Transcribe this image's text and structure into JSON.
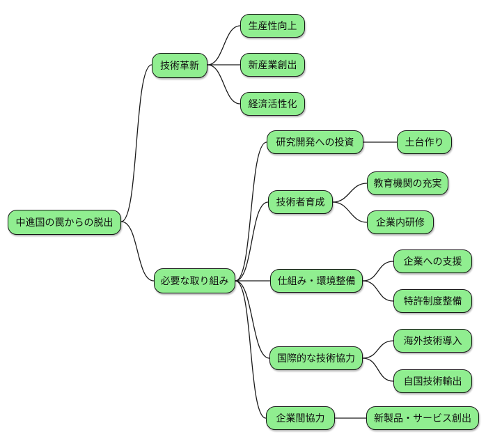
{
  "diagram": {
    "type": "mindmap",
    "orientation": "left-to-right",
    "colors": {
      "node_fill": "#90EE90",
      "node_border": "#161616",
      "edge": "#1a1a1a",
      "background": "#ffffff",
      "text": "#111111"
    },
    "root_label": "中進国の罠からの脱出",
    "nodes": [
      {
        "id": "root",
        "label": "中進国の罠からの脱出",
        "parent": null,
        "level": 0
      },
      {
        "id": "tech-innovation",
        "label": "技術革新",
        "parent": "root",
        "level": 1
      },
      {
        "id": "productivity-improvement",
        "label": "生産性向上",
        "parent": "tech-innovation",
        "level": 2
      },
      {
        "id": "new-industry-creation",
        "label": "新産業創出",
        "parent": "tech-innovation",
        "level": 2
      },
      {
        "id": "economic-revitalization",
        "label": "経済活性化",
        "parent": "tech-innovation",
        "level": 2
      },
      {
        "id": "required-initiatives",
        "label": "必要な取り組み",
        "parent": "root",
        "level": 1
      },
      {
        "id": "rd-investment",
        "label": "研究開発への投資",
        "parent": "required-initiatives",
        "level": 2
      },
      {
        "id": "foundation-building",
        "label": "土台作り",
        "parent": "rd-investment",
        "level": 3
      },
      {
        "id": "engineer-development",
        "label": "技術者育成",
        "parent": "required-initiatives",
        "level": 2
      },
      {
        "id": "education-enhancement",
        "label": "教育機関の充実",
        "parent": "engineer-development",
        "level": 3
      },
      {
        "id": "in-house-training",
        "label": "企業内研修",
        "parent": "engineer-development",
        "level": 3
      },
      {
        "id": "framework-environment",
        "label": "仕組み・環境整備",
        "parent": "required-initiatives",
        "level": 2
      },
      {
        "id": "corporate-support",
        "label": "企業への支援",
        "parent": "framework-environment",
        "level": 3
      },
      {
        "id": "patent-system-development",
        "label": "特許制度整備",
        "parent": "framework-environment",
        "level": 3
      },
      {
        "id": "international-tech-cooperation",
        "label": "国際的な技術協力",
        "parent": "required-initiatives",
        "level": 2
      },
      {
        "id": "foreign-tech-import",
        "label": "海外技術導入",
        "parent": "international-tech-cooperation",
        "level": 3
      },
      {
        "id": "domestic-tech-export",
        "label": "自国技術輸出",
        "parent": "international-tech-cooperation",
        "level": 3
      },
      {
        "id": "inter-company-cooperation",
        "label": "企業間協力",
        "parent": "required-initiatives",
        "level": 2
      },
      {
        "id": "new-product-service-creation",
        "label": "新製品・サービス創出",
        "parent": "inter-company-cooperation",
        "level": 3
      }
    ]
  }
}
